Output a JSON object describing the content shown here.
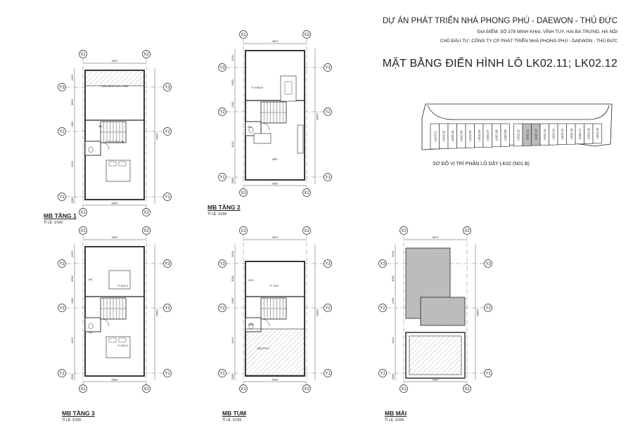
{
  "header": {
    "project": "DỰ ÁN PHÁT TRIỂN NHÀ PHONG PHÚ - DAEWON - THỦ ĐỨC",
    "address": "ĐỊA ĐIỂM: SỐ 378 MINH KHAI, VĨNH TUY, HAI BÀ TRƯNG, HÀ NỘI",
    "investor": "CHỦ ĐẦU TƯ: CÔNG TY CP PHÁT TRIỂN NHÀ PHONG PHÚ - DAEWON - THỦ ĐỨC",
    "sheet_title": "MẶT BẰNG ĐIỂN HÌNH LÔ LK02.11; LK02.12"
  },
  "site_plan": {
    "caption": "SƠ ĐỒ VỊ TRÍ PHÂN LÔ DÃY LK02 (N01.B)",
    "lots": [
      "LK02.01",
      "LK02.02",
      "LK02.03",
      "LK02.04",
      "LK02.05",
      "LK02.06",
      "LK02.07",
      "LK02.08",
      "LK02.09",
      "LK02.10",
      "LK02.11",
      "LK02.12",
      "LK02.13",
      "LK02.14",
      "LK02.15",
      "LK02.16",
      "LK02.17",
      "LK02.18",
      "LK02.19"
    ],
    "highlight": [
      "LK02.11",
      "LK02.12"
    ]
  },
  "grid": {
    "x": [
      "X1",
      "X2"
    ],
    "y": [
      "Y1",
      "Y2",
      "Y3"
    ],
    "dim_width": "4870",
    "dim_total": "5000",
    "dims_vertical": [
      "2400",
      "3000",
      "1000",
      "4440",
      "2000"
    ],
    "total_depth": "12600"
  },
  "plans": [
    {
      "label": "MB TẦNG 1",
      "scale": "TỈ LỆ :1/100",
      "rooms": [
        "CỬA HÀNG CHO THUÊ",
        "P. NGỦ ÔNG BÀ",
        "WC"
      ]
    },
    {
      "label": "MB TẦNG 2",
      "scale": "TỈ LỆ :1/100",
      "rooms": [
        "P. KHÁCH",
        "WC",
        "BẾP"
      ]
    },
    {
      "label": "MB TẦNG 3",
      "scale": "TỈ LỆ :1/100",
      "rooms": [
        "P. NGỦ 1",
        "P. NGỦ 2",
        "WC",
        "WC"
      ]
    },
    {
      "label": "MB TUM",
      "scale": "TỈ LỆ :1/100",
      "rooms": [
        "P. THỜ",
        "SÂN PHƠI",
        "GIẶT",
        "KHO"
      ]
    },
    {
      "label": "MB MÁI",
      "scale": "TỈ LỆ :1/100",
      "rooms": []
    }
  ],
  "colors": {
    "line": "#222222",
    "hatch": "#888888",
    "roof": "#bdbdbd"
  }
}
